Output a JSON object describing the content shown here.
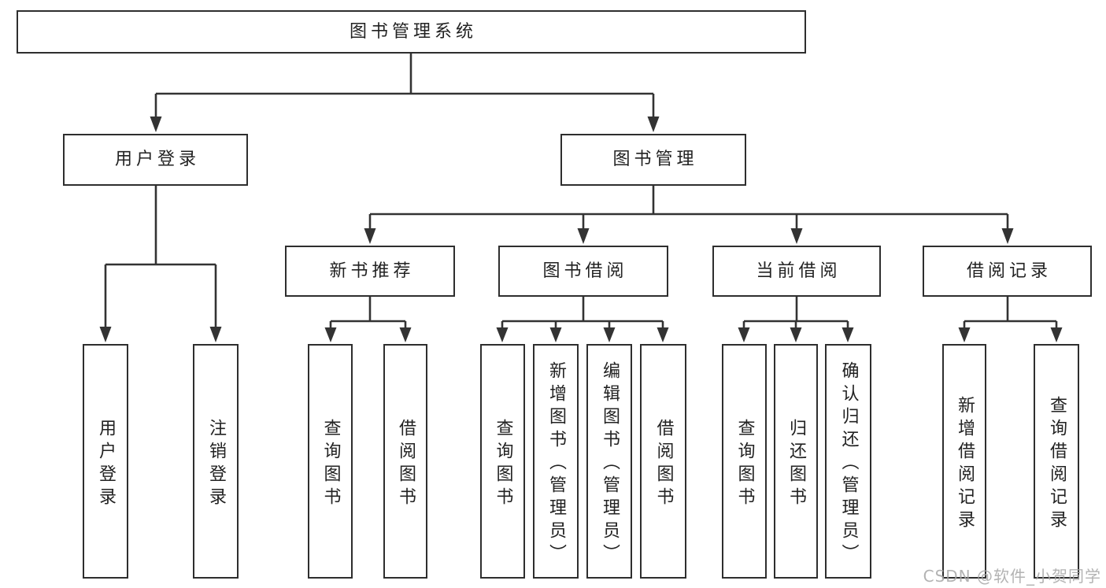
{
  "diagram": {
    "root_label": "图书管理系统",
    "tree": [
      {
        "label": "用户登录",
        "children": [
          {
            "label": "用户登录"
          },
          {
            "label": "注销登录"
          }
        ]
      },
      {
        "label": "图书管理",
        "children": [
          {
            "label": "新书推荐",
            "children": [
              {
                "label": "查询图书"
              },
              {
                "label": "借阅图书"
              }
            ]
          },
          {
            "label": "图书借阅",
            "children": [
              {
                "label": "查询图书"
              },
              {
                "label": "新增图书（管理员）"
              },
              {
                "label": "编辑图书（管理员）"
              },
              {
                "label": "借阅图书"
              }
            ]
          },
          {
            "label": "当前借阅",
            "children": [
              {
                "label": "查询图书"
              },
              {
                "label": "归还图书"
              },
              {
                "label": "确认归还（管理员）"
              }
            ]
          },
          {
            "label": "借阅记录",
            "children": [
              {
                "label": "新增借阅记录"
              },
              {
                "label": "查询借阅记录"
              }
            ]
          }
        ]
      }
    ]
  },
  "watermark": {
    "text": "CSDN @软件_小贺同学"
  },
  "colors": {
    "line": "#333333",
    "box_border": "#2e2e2e",
    "text": "#222222",
    "watermark": "#a6a6a6",
    "bg": "#ffffff"
  }
}
